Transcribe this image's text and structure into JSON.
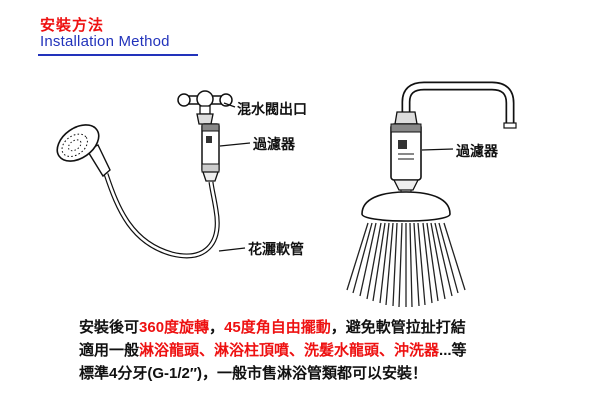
{
  "title": {
    "zh": "安裝方法",
    "en": "Installation Method"
  },
  "colors": {
    "red": "#ee1111",
    "blue": "#2233bb",
    "text": "#111111"
  },
  "left_diagram": {
    "labels": {
      "outlet": "混水閥出口",
      "filter": "過濾器",
      "hose": "花灑軟管"
    }
  },
  "right_diagram": {
    "labels": {
      "filter": "過濾器"
    }
  },
  "notes": {
    "line1": {
      "s1": "安裝後可",
      "s2": "360度旋轉",
      "s3": "，",
      "s4": "45度角自由擺動",
      "s5": "，避免軟管拉扯打結"
    },
    "line2": {
      "s1": "適用一般",
      "s2": "淋浴龍頭、淋浴柱頂噴、洗髮水龍頭、沖洗器",
      "s3": "...等"
    },
    "line3": {
      "s1": "標準4分牙(G-1/2″)，一般市售淋浴管類都可以安裝！"
    }
  }
}
